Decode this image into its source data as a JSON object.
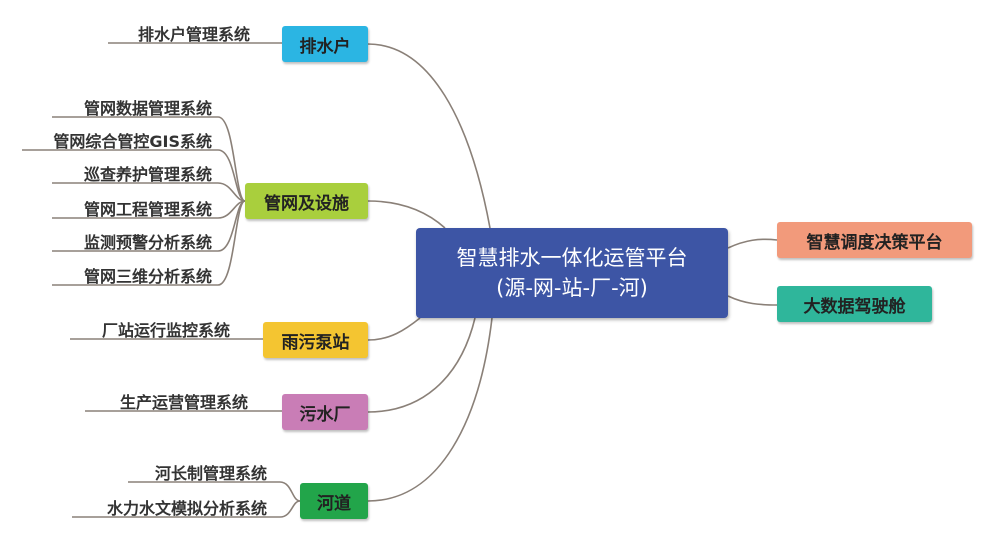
{
  "center": {
    "line1": "智慧排水一体化运管平台",
    "line2": "(源-网-站-厂-河)"
  },
  "branches": [
    {
      "label": "排水户",
      "color": "#2bb5e3",
      "children": [
        "排水户管理系统"
      ]
    },
    {
      "label": "管网及设施",
      "color": "#a9cf3d",
      "children": [
        "管网数据管理系统",
        "管网综合管控GIS系统",
        "巡查养护管理系统",
        "管网工程管理系统",
        "监测预警分析系统",
        "管网三维分析系统"
      ]
    },
    {
      "label": "雨污泵站",
      "color": "#f4c531",
      "children": [
        "厂站运行监控系统"
      ]
    },
    {
      "label": "污水厂",
      "color": "#c97db6",
      "children": [
        "生产运营管理系统"
      ]
    },
    {
      "label": "河道",
      "color": "#22a54a",
      "children": [
        "河长制管理系统",
        "水力水文模拟分析系统"
      ]
    }
  ],
  "right_branches": [
    {
      "label": "智慧调度决策平台",
      "color": "#f29a7b"
    },
    {
      "label": "大数据驾驶舱",
      "color": "#2fb69b"
    }
  ]
}
